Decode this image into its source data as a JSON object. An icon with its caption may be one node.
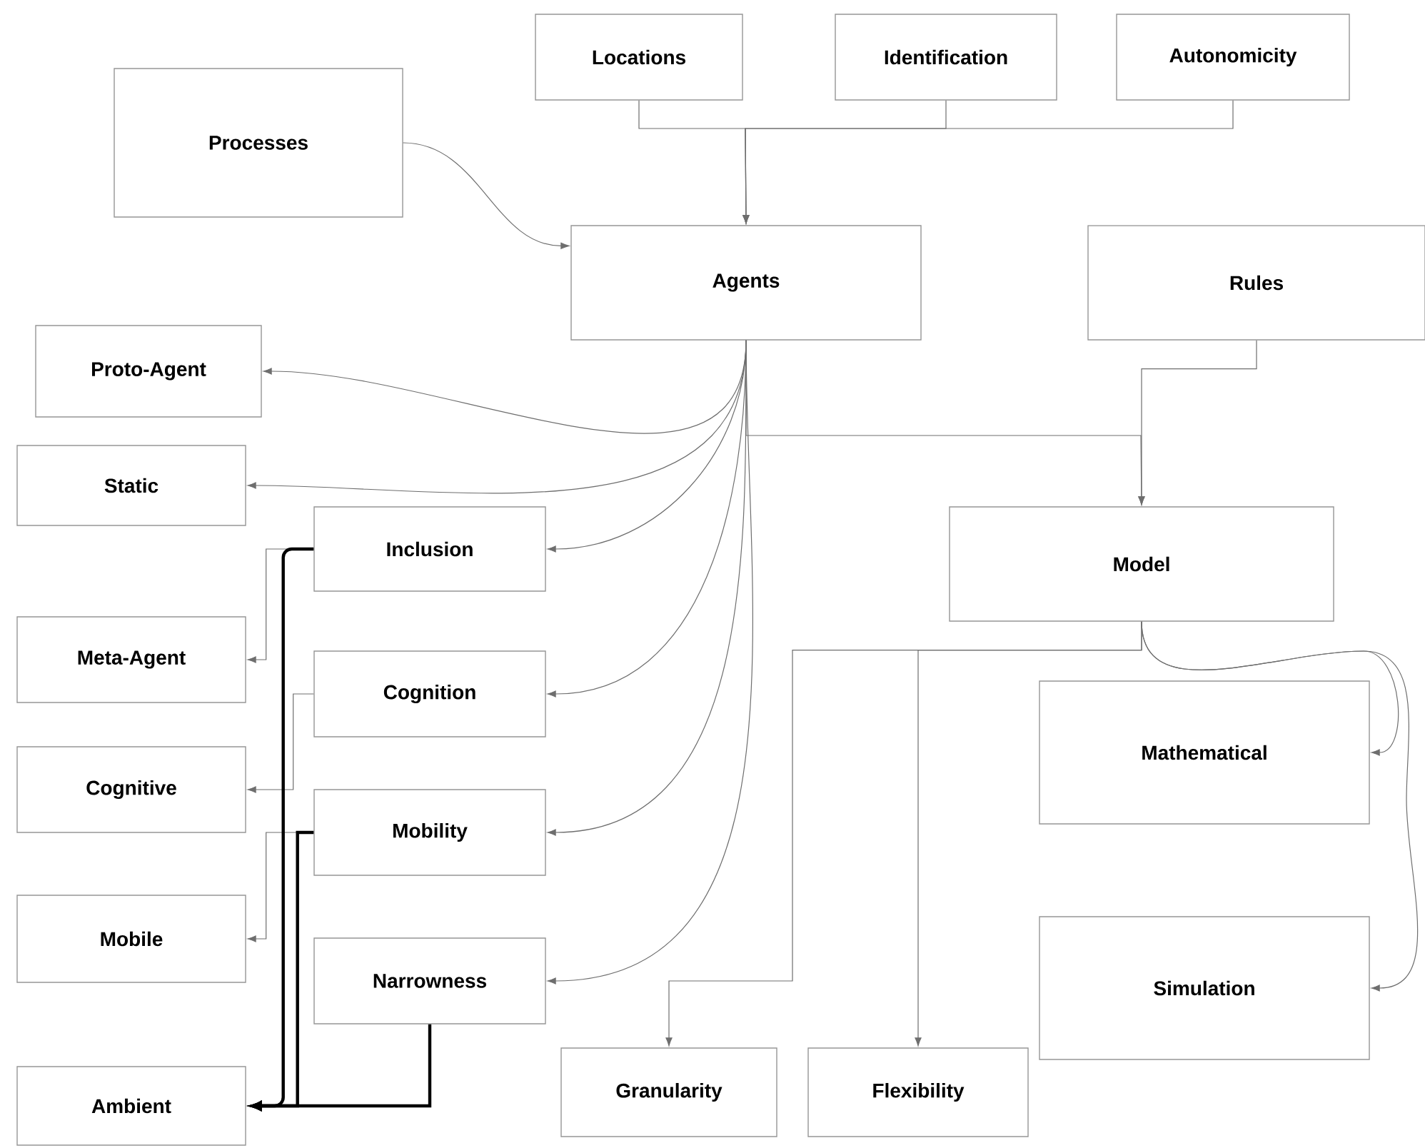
{
  "diagram": {
    "nodes": [
      {
        "text": [
          "Locations"
        ]
      },
      {
        "text": [
          "Identification"
        ]
      },
      {
        "text": [
          "Autonomicity"
        ]
      },
      {
        "text": [
          "Processes"
        ]
      },
      {
        "text": [
          "Agents"
        ]
      },
      {
        "text": [
          "Rules"
        ]
      },
      {
        "text": [
          "Proto-Agent"
        ]
      },
      {
        "text": [
          "Static"
        ]
      },
      {
        "text": [
          "Inclusion"
        ]
      },
      {
        "text": [
          "Model"
        ]
      },
      {
        "text": [
          "Meta-Agent"
        ]
      },
      {
        "text": [
          "Cognition"
        ]
      },
      {
        "text": [
          "Cognitive"
        ]
      },
      {
        "text": [
          "Mathematical"
        ]
      },
      {
        "text": [
          "Mobility"
        ]
      },
      {
        "text": [
          "Mobile"
        ]
      },
      {
        "text": [
          "Narrowness"
        ]
      },
      {
        "text": [
          "Simulation"
        ]
      },
      {
        "text": [
          "Granularity"
        ]
      },
      {
        "text": [
          "Flexibility"
        ]
      },
      {
        "text": [
          "Ambient"
        ]
      }
    ],
    "edges": [
      {
        "from": 0,
        "to": 4,
        "arrow": "to"
      },
      {
        "from": 1,
        "to": 4,
        "arrow": "to"
      },
      {
        "from": 2,
        "to": 4,
        "arrow": "to"
      },
      {
        "from": 3,
        "to": 4,
        "arrow": "to"
      },
      {
        "from": 4,
        "to": 6,
        "arrow": "to"
      },
      {
        "from": 4,
        "to": 7,
        "arrow": "to"
      },
      {
        "from": 4,
        "to": 8,
        "arrow": "to"
      },
      {
        "from": 4,
        "to": 11,
        "arrow": "to"
      },
      {
        "from": 4,
        "to": 14,
        "arrow": "to"
      },
      {
        "from": 4,
        "to": 16,
        "arrow": "to"
      },
      {
        "from": 4,
        "to": 9,
        "arrow": "to"
      },
      {
        "from": 5,
        "to": 9,
        "arrow": "to"
      },
      {
        "from": 8,
        "to": 10,
        "arrow": "to"
      },
      {
        "from": 11,
        "to": 12,
        "arrow": "to"
      },
      {
        "from": 14,
        "to": 15,
        "arrow": "to"
      },
      {
        "from": 8,
        "to": 20,
        "arrow": "to",
        "style": "thick",
        "color": "#000000"
      },
      {
        "from": 14,
        "to": 20,
        "arrow": "to",
        "style": "thick",
        "color": "#000000"
      },
      {
        "from": 16,
        "to": 20,
        "arrow": "to",
        "style": "thick",
        "color": "#000000"
      },
      {
        "from": 9,
        "to": 18,
        "arrow": "to"
      },
      {
        "from": 9,
        "to": 19,
        "arrow": "to"
      },
      {
        "from": 9,
        "to": 13,
        "arrow": "to"
      },
      {
        "from": 9,
        "to": 17,
        "arrow": "to"
      }
    ]
  }
}
